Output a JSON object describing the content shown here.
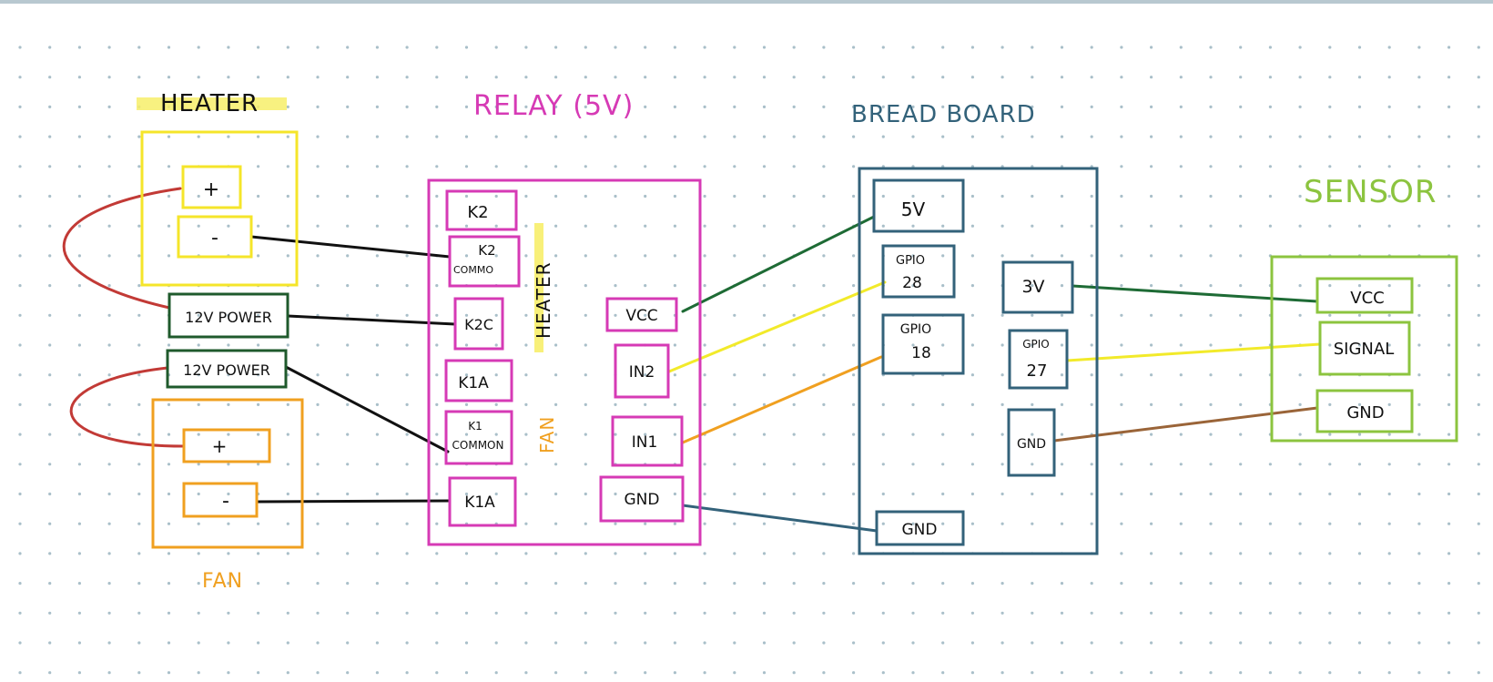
{
  "titles": {
    "heater": "HEATER",
    "relay": "RELAY (5V)",
    "breadboard": "BREAD BOARD",
    "sensor": "SENSOR",
    "fan": "FAN"
  },
  "heater": {
    "plus": "+",
    "minus": "-"
  },
  "fan": {
    "plus": "+",
    "minus": "-"
  },
  "power": {
    "top": "12V POWER",
    "bottom": "12V POWER"
  },
  "relay": {
    "k2": "K2",
    "k2_common_a": "K2",
    "k2_common_b": "COMMO",
    "k2c": "K2C",
    "k1a_top": "K1A",
    "k1_common_a": "K1",
    "k1_common_b": "COMMON",
    "k1a_bottom": "K1A",
    "vcc": "VCC",
    "in2": "IN2",
    "in1": "IN1",
    "gnd": "GND",
    "side_heater": "HEATER",
    "side_fan": "FAN"
  },
  "breadboard": {
    "v5": "5V",
    "gpio28_a": "GPIO",
    "gpio28_b": "28",
    "gpio18_a": "GPIO",
    "gpio18_b": "18",
    "v3": "3V",
    "gpio27_a": "GPIO",
    "gpio27_b": "27",
    "gnd_right": "GND",
    "gnd_bottom": "GND"
  },
  "sensor": {
    "vcc": "VCC",
    "signal": "SIGNAL",
    "gnd": "GND"
  },
  "colors": {
    "heater": "#f5e52a",
    "heater_highlight": "#f7ee6a",
    "relay": "#d63ab5",
    "breadboard": "#33627a",
    "sensor": "#8cc43f",
    "fan": "#f0a020",
    "power": "#1f5a2c",
    "wire_red": "#c23a36",
    "wire_black": "#111111",
    "wire_green": "#1e6b35",
    "wire_yellow": "#f2ea2a",
    "wire_orange": "#f0a020",
    "wire_blue": "#33627a",
    "wire_brown": "#9a6438",
    "dot": "#a9bfc9"
  }
}
